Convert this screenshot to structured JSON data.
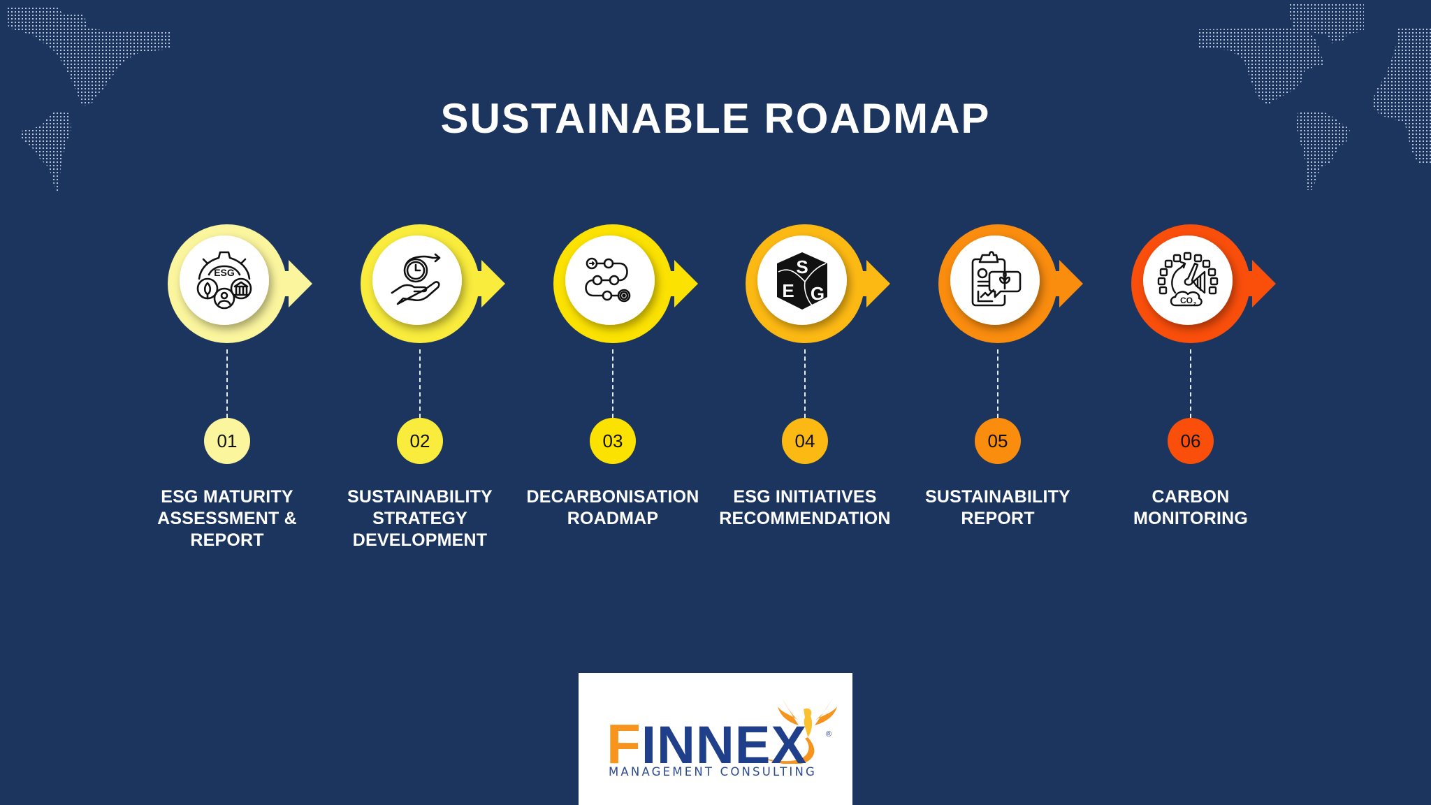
{
  "title": "SUSTAINABLE ROADMAP",
  "colors": {
    "background": "#1c355e",
    "text": "#ffffff",
    "connector": "#e8edf5"
  },
  "steps": [
    {
      "number": "01",
      "label_lines": [
        "ESG MATURITY",
        "ASSESSMENT &",
        "REPORT"
      ],
      "color": "#fbf59e",
      "icon": "esg-gear-icon"
    },
    {
      "number": "02",
      "label_lines": [
        "SUSTAINABILITY",
        "STRATEGY",
        "DEVELOPMENT"
      ],
      "color": "#f9ec3c",
      "icon": "hand-clock-icon"
    },
    {
      "number": "03",
      "label_lines": [
        "DECARBONISATION",
        "ROADMAP"
      ],
      "color": "#fce200",
      "icon": "roadmap-path-icon"
    },
    {
      "number": "04",
      "label_lines": [
        "ESG INITIATIVES",
        "RECOMMENDATION"
      ],
      "color": "#fdb913",
      "icon": "esg-cube-icon"
    },
    {
      "number": "05",
      "label_lines": [
        "SUSTAINABILITY",
        "REPORT"
      ],
      "color": "#fa8c0e",
      "icon": "clipboard-plant-icon"
    },
    {
      "number": "06",
      "label_lines": [
        "CARBON",
        "MONITORING"
      ],
      "color": "#fa4e0b",
      "icon": "co2-gauge-icon"
    }
  ],
  "icon_text": {
    "esg": "ESG",
    "cube_e": "E",
    "cube_s": "S",
    "cube_g": "G",
    "co2": "CO",
    "co2_sub": "2"
  },
  "logo": {
    "brand_first": "F",
    "brand_rest": "INNEX",
    "registered": "®",
    "tagline": "MANAGEMENT CONSULTING",
    "primary_color": "#1f3f8a",
    "accent_color": "#f7941e"
  }
}
